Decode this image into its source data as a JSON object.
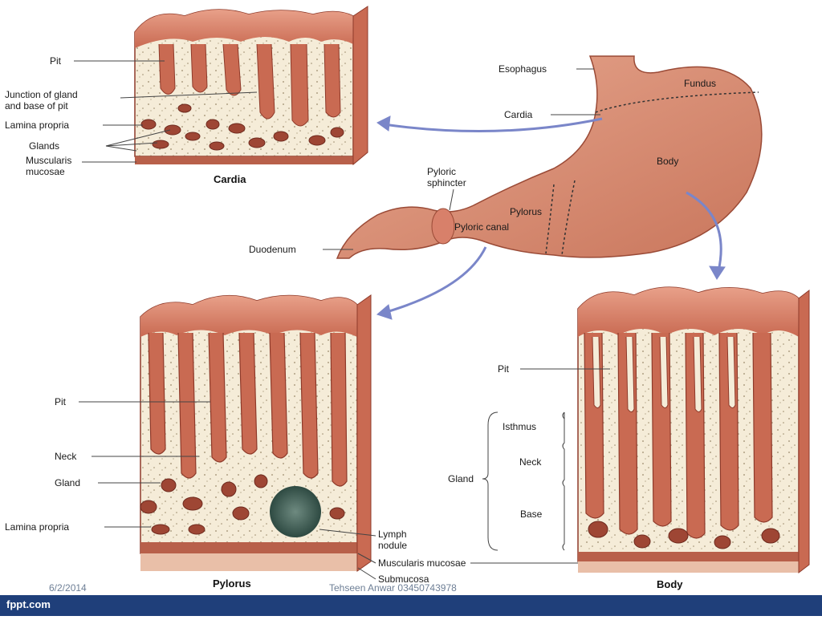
{
  "labels": {
    "cardia_pit": "Pit",
    "cardia_junction_1": "Junction of gland",
    "cardia_junction_2": "and base of pit",
    "cardia_lamina": "Lamina propria",
    "cardia_glands": "Glands",
    "cardia_muscularis_1": "Muscularis",
    "cardia_muscularis_2": "mucosae",
    "cardia_caption": "Cardia",
    "esophagus": "Esophagus",
    "fundus": "Fundus",
    "cardia": "Cardia",
    "body": "Body",
    "pyloric_sphincter_1": "Pyloric",
    "pyloric_sphincter_2": "sphincter",
    "pylorus": "Pylorus",
    "pyloric_canal": "Pyloric canal",
    "duodenum": "Duodenum",
    "pylorus_pit": "Pit",
    "pylorus_neck": "Neck",
    "pylorus_gland": "Gland",
    "pylorus_lamina": "Lamina propria",
    "lymph_1": "Lymph",
    "lymph_2": "nodule",
    "muscularis_mucosae": "Muscularis mucosae",
    "submucosa": "Submucosa",
    "pylorus_caption": "Pylorus",
    "body_pit": "Pit",
    "isthmus": "Isthmus",
    "body_neck": "Neck",
    "body_gland": "Gland",
    "base": "Base",
    "body_caption": "Body"
  },
  "footer": {
    "date": "6/2/2014",
    "author": "Tehseen Anwar 03450743978",
    "brand": "fppt.com"
  },
  "colors": {
    "tissue": "#d98068",
    "tissue_dark": "#8e3a2a",
    "lamina": "#f5ecd8",
    "arrow": "#7a86c9",
    "footer_bar": "#1f3f7a"
  }
}
